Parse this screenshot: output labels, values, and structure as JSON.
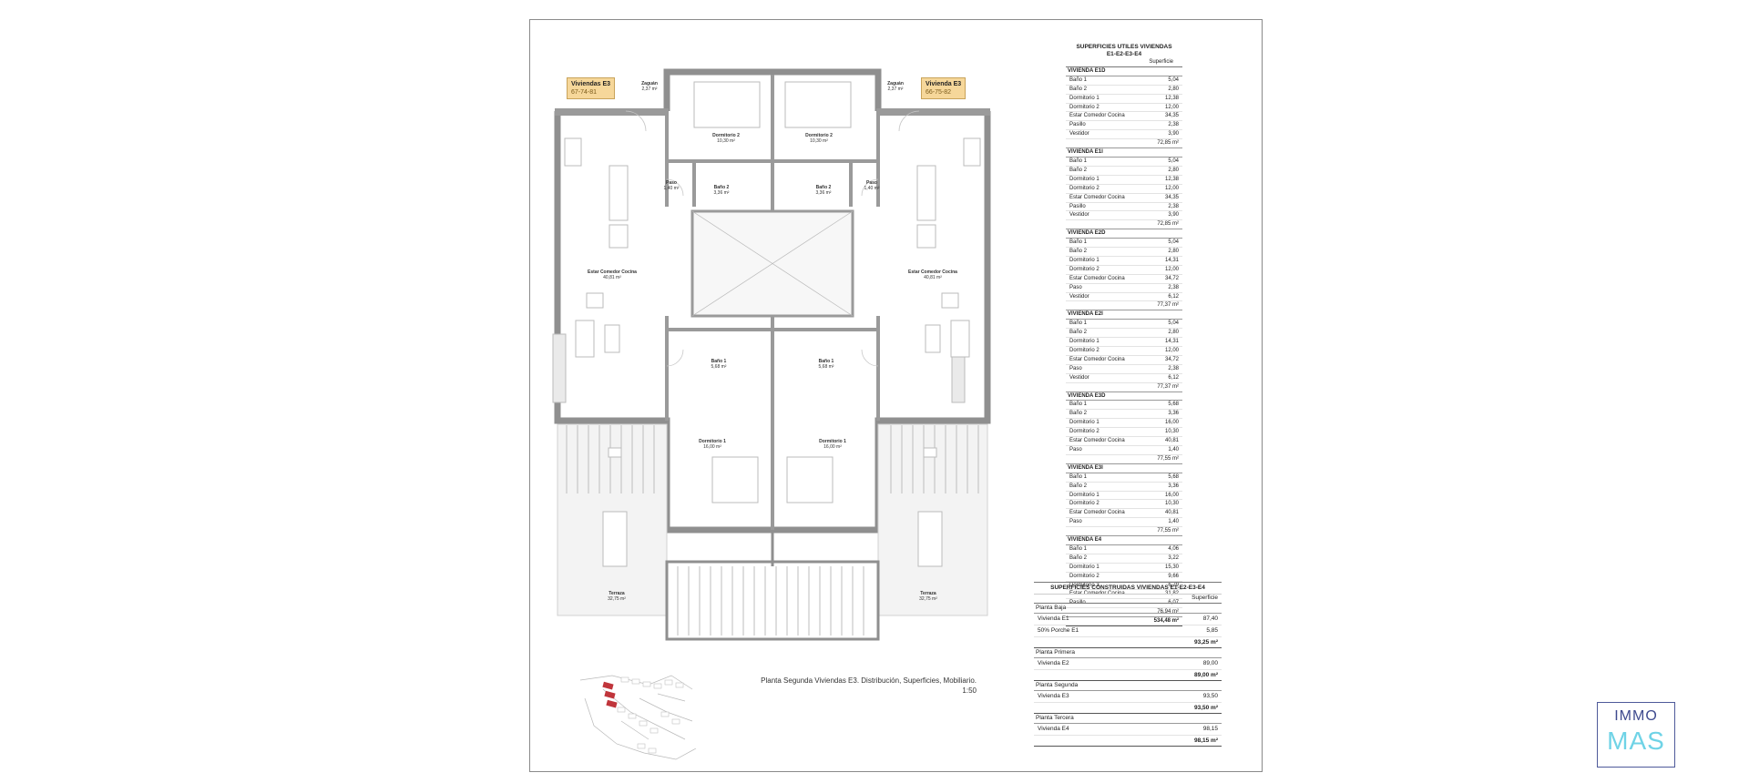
{
  "plan": {
    "tag_left": {
      "title": "Viviendas E3",
      "code": "67-74-81"
    },
    "tag_right": {
      "title": "Vivienda E3",
      "code": "66-75-82"
    },
    "rooms": [
      {
        "key": "zaguan_l",
        "name": "Zaguán",
        "area": "2,37 m²"
      },
      {
        "key": "zaguan_r",
        "name": "Zaguán",
        "area": "2,37 m²"
      },
      {
        "key": "dorm2_l",
        "name": "Dormitorio 2",
        "area": "10,30 m²"
      },
      {
        "key": "dorm2_r",
        "name": "Dormitorio 2",
        "area": "10,30 m²"
      },
      {
        "key": "paso_l",
        "name": "Paso",
        "area": "1,40 m²"
      },
      {
        "key": "paso_r",
        "name": "Paso",
        "area": "1,40 m²"
      },
      {
        "key": "bano2_l",
        "name": "Baño 2",
        "area": "3,36 m²"
      },
      {
        "key": "bano2_r",
        "name": "Baño 2",
        "area": "3,36 m²"
      },
      {
        "key": "estar_l",
        "name": "Estar Comedor Cocina",
        "area": "40,81 m²"
      },
      {
        "key": "estar_r",
        "name": "Estar Comedor Cocina",
        "area": "40,81 m²"
      },
      {
        "key": "bano1_l",
        "name": "Baño 1",
        "area": "5,68 m²"
      },
      {
        "key": "bano1_r",
        "name": "Baño 1",
        "area": "5,68 m²"
      },
      {
        "key": "dorm1_l",
        "name": "Dormitorio 1",
        "area": "16,00 m²"
      },
      {
        "key": "dorm1_r",
        "name": "Dormitorio 1",
        "area": "16,00 m²"
      },
      {
        "key": "terraza_l",
        "name": "Terraza",
        "area": "32,75 m²"
      },
      {
        "key": "terraza_r",
        "name": "Terraza",
        "area": "32,75 m²"
      }
    ],
    "caption_line1": "Planta Segunda Viviendas E3. Distribución, Superficies, Mobiliario.",
    "caption_line2": "1:50"
  },
  "utiles": {
    "title1": "SUPERFICIES UTILES VIVIENDAS",
    "title2": "E1-E2-E3-E4",
    "col": "Superficie",
    "groups": [
      {
        "name": "VIVIENDA E1D",
        "rows": [
          [
            "Baño 1",
            "5,04"
          ],
          [
            "Baño 2",
            "2,80"
          ],
          [
            "Dormitorio 1",
            "12,38"
          ],
          [
            "Dormitorio 2",
            "12,00"
          ],
          [
            "Estar Comedor Cocina",
            "34,35"
          ],
          [
            "Pasillo",
            "2,38"
          ],
          [
            "Vestidor",
            "3,90"
          ]
        ],
        "total": "72,85 m²"
      },
      {
        "name": "VIVIENDA E1I",
        "rows": [
          [
            "Baño 1",
            "5,04"
          ],
          [
            "Baño 2",
            "2,80"
          ],
          [
            "Dormitorio 1",
            "12,38"
          ],
          [
            "Dormitorio 2",
            "12,00"
          ],
          [
            "Estar Comedor Cocina",
            "34,35"
          ],
          [
            "Pasillo",
            "2,38"
          ],
          [
            "Vestidor",
            "3,90"
          ]
        ],
        "total": "72,85 m²"
      },
      {
        "name": "VIVIENDA E2D",
        "rows": [
          [
            "Baño 1",
            "5,04"
          ],
          [
            "Baño 2",
            "2,80"
          ],
          [
            "Dormitorio 1",
            "14,31"
          ],
          [
            "Dormitorio 2",
            "12,00"
          ],
          [
            "Estar Comedor Cocina",
            "34,72"
          ],
          [
            "Paso",
            "2,38"
          ],
          [
            "Vestidor",
            "6,12"
          ]
        ],
        "total": "77,37 m²"
      },
      {
        "name": "VIVIENDA E2I",
        "rows": [
          [
            "Baño 1",
            "5,04"
          ],
          [
            "Baño 2",
            "2,80"
          ],
          [
            "Dormitorio 1",
            "14,31"
          ],
          [
            "Dormitorio 2",
            "12,00"
          ],
          [
            "Estar Comedor Cocina",
            "34,72"
          ],
          [
            "Paso",
            "2,38"
          ],
          [
            "Vestidor",
            "6,12"
          ]
        ],
        "total": "77,37 m²"
      },
      {
        "name": "VIVIENDA E3D",
        "rows": [
          [
            "Baño 1",
            "5,68"
          ],
          [
            "Baño 2",
            "3,36"
          ],
          [
            "Dormitorio 1",
            "16,00"
          ],
          [
            "Dormitorio 2",
            "10,30"
          ],
          [
            "Estar Comedor Cocina",
            "40,81"
          ],
          [
            "Paso",
            "1,40"
          ]
        ],
        "total": "77,55 m²"
      },
      {
        "name": "VIVIENDA E3I",
        "rows": [
          [
            "Baño 1",
            "5,68"
          ],
          [
            "Baño 2",
            "3,36"
          ],
          [
            "Dormitorio 1",
            "16,00"
          ],
          [
            "Dormitorio 2",
            "10,30"
          ],
          [
            "Estar Comedor Cocina",
            "40,81"
          ],
          [
            "Paso",
            "1,40"
          ]
        ],
        "total": "77,55 m²"
      },
      {
        "name": "VIVIENDA E4",
        "rows": [
          [
            "Baño 1",
            "4,06"
          ],
          [
            "Baño 2",
            "3,22"
          ],
          [
            "Dormitorio 1",
            "15,30"
          ],
          [
            "Dormitorio 2",
            "9,66"
          ],
          [
            "Dormitorio 3",
            "6,79"
          ],
          [
            "Estar Comedor Cocina",
            "31,82"
          ],
          [
            "Pasillo",
            "6,07"
          ]
        ],
        "total": "76,94 m²"
      }
    ],
    "grand_total": "534,48 m²"
  },
  "construidas": {
    "title": "SUPERFICIES CONSTRUIDAS VIVIENDAS E1-E2-E3-E4",
    "col": "Superficie",
    "groups": [
      {
        "name": "Planta Baja",
        "rows": [
          [
            "Vivienda E1",
            "87,40"
          ],
          [
            "50% Porche E1",
            "5,85"
          ]
        ],
        "total": "93,25 m²"
      },
      {
        "name": "Planta Primera",
        "rows": [
          [
            "Vivienda E2",
            "89,00"
          ]
        ],
        "total": "89,00 m²"
      },
      {
        "name": "Planta Segunda",
        "rows": [
          [
            "Vivienda E3",
            "93,50"
          ]
        ],
        "total": "93,50 m²"
      },
      {
        "name": "Planta Tercera",
        "rows": [
          [
            "Vivienda E4",
            "98,15"
          ]
        ],
        "total": "98,15 m²"
      }
    ]
  },
  "logo": {
    "line1": "IMMO",
    "line2": "MAS"
  },
  "colors": {
    "tag": "#f6d79a",
    "wall": "#8f8f8f",
    "site_red": "#c0353b",
    "logo_blue": "#3e4a8e",
    "logo_cyan": "#6fd3e6"
  }
}
